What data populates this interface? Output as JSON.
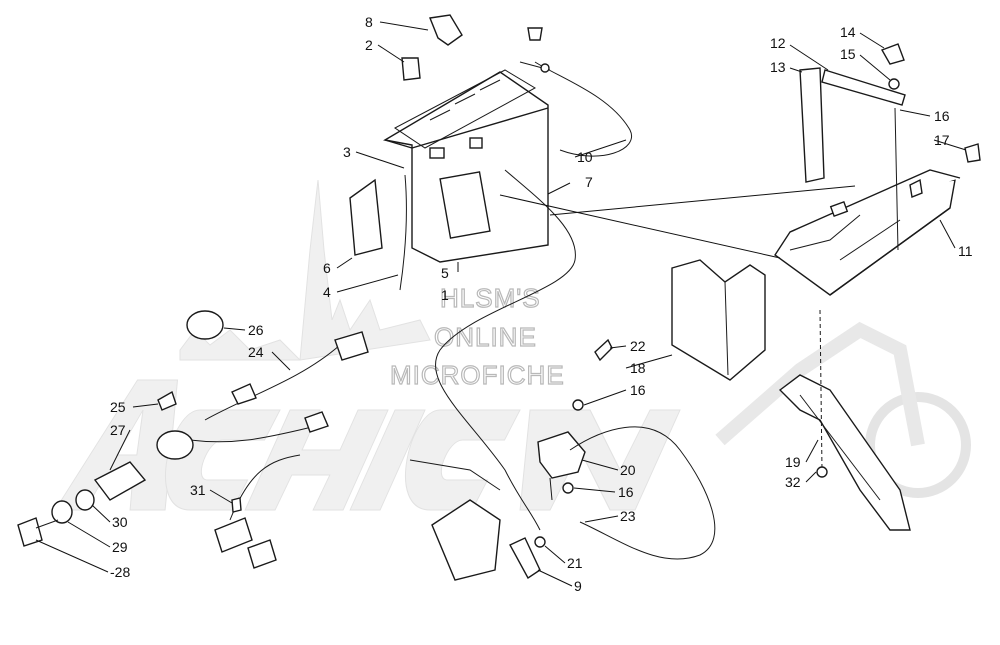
{
  "watermark": {
    "line1": "HLSM'S",
    "line2": "ONLINE",
    "line3": "MICROFICHE",
    "logo": "ArcticCat"
  },
  "callouts": [
    {
      "id": "c8",
      "text": "8"
    },
    {
      "id": "c2",
      "text": "2"
    },
    {
      "id": "c3",
      "text": "3"
    },
    {
      "id": "c6",
      "text": "6"
    },
    {
      "id": "c4",
      "text": "4"
    },
    {
      "id": "c5",
      "text": "5"
    },
    {
      "id": "c1",
      "text": "1"
    },
    {
      "id": "c10",
      "text": "10"
    },
    {
      "id": "c7",
      "text": "7"
    },
    {
      "id": "c12",
      "text": "12"
    },
    {
      "id": "c13",
      "text": "13"
    },
    {
      "id": "c14",
      "text": "14"
    },
    {
      "id": "c15",
      "text": "15"
    },
    {
      "id": "c16a",
      "text": "16"
    },
    {
      "id": "c17",
      "text": "17"
    },
    {
      "id": "c11",
      "text": "11"
    },
    {
      "id": "c26",
      "text": "26"
    },
    {
      "id": "c24",
      "text": "24"
    },
    {
      "id": "c25",
      "text": "25"
    },
    {
      "id": "c27",
      "text": "27"
    },
    {
      "id": "c31",
      "text": "31"
    },
    {
      "id": "c30",
      "text": "30"
    },
    {
      "id": "c29",
      "text": "29"
    },
    {
      "id": "c28",
      "text": "-28"
    },
    {
      "id": "c22",
      "text": "22"
    },
    {
      "id": "c18",
      "text": "18"
    },
    {
      "id": "c16b",
      "text": "16"
    },
    {
      "id": "c20",
      "text": "20"
    },
    {
      "id": "c16c",
      "text": "16"
    },
    {
      "id": "c23",
      "text": "23"
    },
    {
      "id": "c21",
      "text": "21"
    },
    {
      "id": "c9",
      "text": "9"
    },
    {
      "id": "c19",
      "text": "19"
    },
    {
      "id": "c32",
      "text": "32"
    }
  ]
}
